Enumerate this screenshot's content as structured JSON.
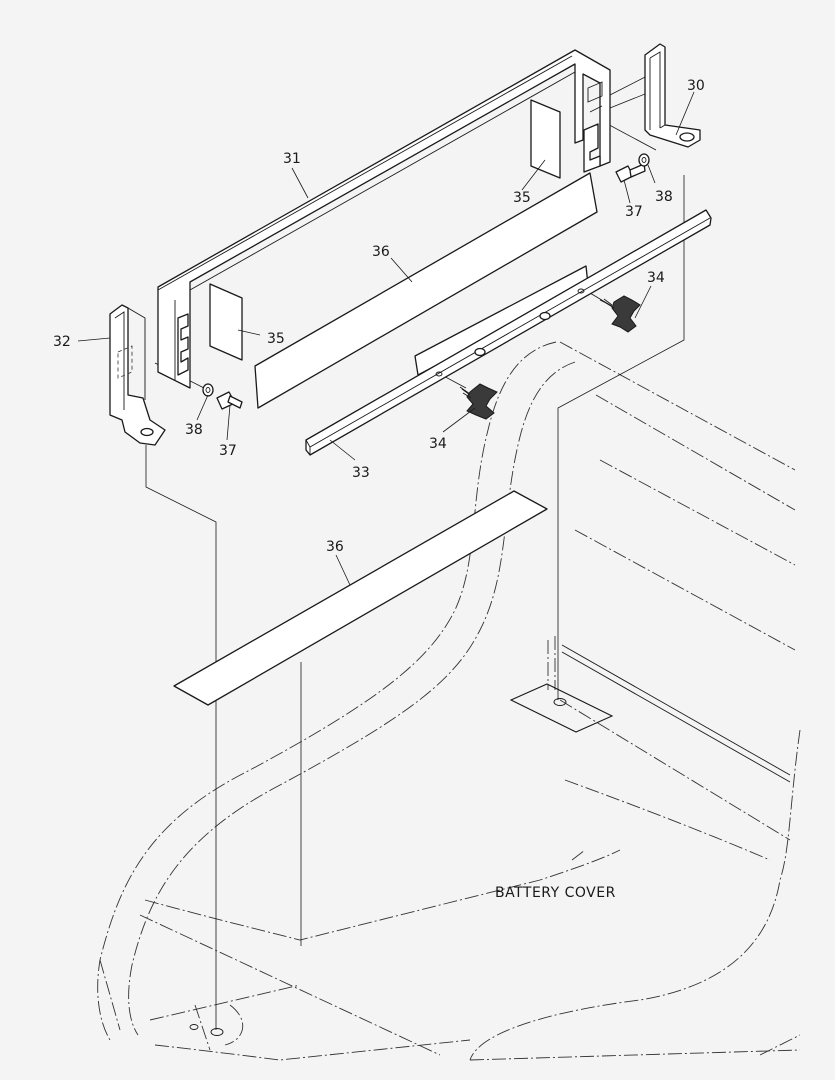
{
  "caption": "BATTERY COVER",
  "callouts": {
    "c30": "30",
    "c31": "31",
    "c32": "32",
    "c33": "33",
    "c34a": "34",
    "c34b": "34",
    "c35a": "35",
    "c35b": "35",
    "c36a": "36",
    "c36b": "36",
    "c37a": "37",
    "c37b": "37",
    "c38a": "38",
    "c38b": "38"
  }
}
